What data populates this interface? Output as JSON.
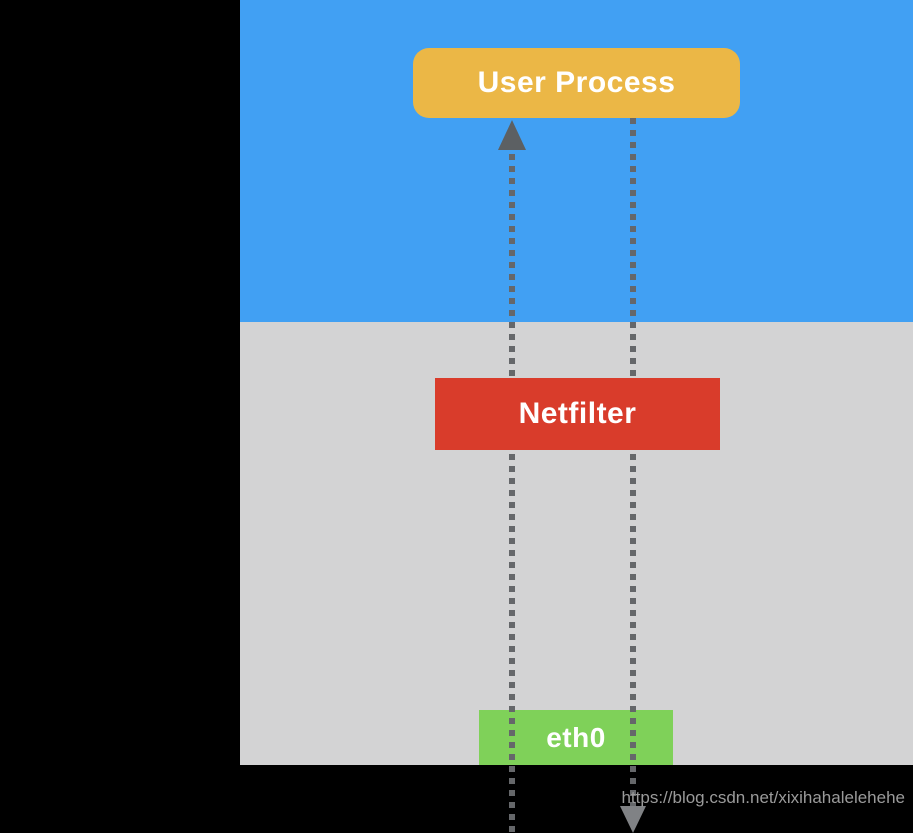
{
  "diagram": {
    "user_process_label": "User Process",
    "netfilter_label": "Netfilter",
    "eth0_label": "eth0"
  },
  "watermark": {
    "url": "https://blog.csdn.net/xixihahalelehehe"
  },
  "colors": {
    "page_background": "#000000",
    "user_space_bg": "#41A0F3",
    "kernel_space_bg": "#D3D3D4",
    "user_process_box": "#EBB746",
    "netfilter_box": "#D93C2B",
    "eth0_box": "#7FD159",
    "flow_line_dots": "#65676A",
    "arrow_up": "#5C6063",
    "arrow_down": "#808285",
    "box_text": "#FFFFFF",
    "watermark_text": "#9A9A9A"
  }
}
